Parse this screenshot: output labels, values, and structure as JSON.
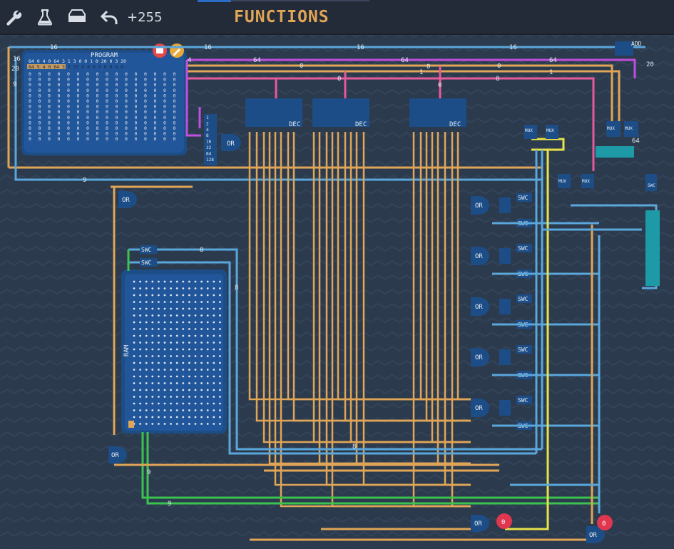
{
  "toolbar": {
    "wrench_icon": "wrench-icon",
    "flask_icon": "flask-icon",
    "drive_icon": "drive-icon",
    "undo_icon": "undo-icon",
    "score": "+255",
    "title": "FUNCTIONS"
  },
  "program": {
    "label": "PROGRAM",
    "header_row": "64 0  4  0  64 3  1  3  0  0  1  0  20 0  3  20",
    "row2": "64 5  4  0  64 3  7  33 0  0  0  0  0  0  0  0",
    "addr_left_top": "16",
    "addr_left_bottom": "20",
    "addr_left_mid": "9"
  },
  "ram": {
    "label": "RAM"
  },
  "wire_labels": {
    "w16a": "16",
    "w16b": "16",
    "w16c": "16",
    "w16d": "16",
    "w64a": "64",
    "w64b": "64",
    "w64c": "64",
    "w0a": "0",
    "w0b": "0",
    "w0c": "0",
    "w0d": "0",
    "w0e": "0",
    "w0f": "0",
    "w1a": "1",
    "w1b": "1",
    "w9a": "9",
    "w9b": "9",
    "w9c": "9",
    "w8a": "8",
    "w8b": "8",
    "w8c": "8",
    "w20": "20",
    "w64r": "64",
    "w4": "4"
  },
  "components": {
    "dec": "DEC",
    "or": "OR",
    "swc": "SWC",
    "mux": "MUX",
    "add": "ADD",
    "out_val": "0"
  },
  "decoder_bits": [
    "1",
    "2",
    "4",
    "8",
    "16",
    "32",
    "64",
    "128"
  ],
  "colors": {
    "orange": "#e0a556",
    "blue": "#5aa7dc",
    "green": "#3cc24f",
    "purple": "#c04fe0",
    "pink": "#e65a9c",
    "yellow": "#e6e24a",
    "teal": "#1d9aa6",
    "component": "#1c4d86",
    "bg": "#2c3a4d"
  }
}
